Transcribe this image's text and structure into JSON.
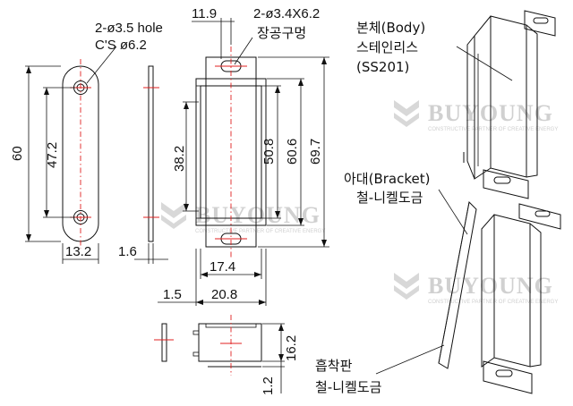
{
  "drawing": {
    "dims": {
      "d_60": "60",
      "d_47_2": "47.2",
      "d_13_2": "13.2",
      "d_1_6": "1.6",
      "d_11_9": "11.9",
      "d_38_2": "38.2",
      "d_50_8": "50.8",
      "d_60_6": "60.6",
      "d_69_7": "69.7",
      "d_17_4": "17.4",
      "d_1_5": "1.5",
      "d_20_8": "20.8",
      "d_16_2": "16.2",
      "d_1_2": "1.2"
    },
    "notes": {
      "hole_line1": "2-ø3.5 hole",
      "hole_line2": "C'S ø6.2",
      "slot_line1": "2-ø3.4X6.2",
      "slot_line2": "장공구멍",
      "body_line1": "본체(Body)",
      "body_line2": "스테인리스",
      "body_line3": "(SS201)",
      "bracket_line1": "아대(Bracket)",
      "bracket_line2": "철-니켈도금",
      "plate_line1": "흡착판",
      "plate_line2": "철-니켈도금"
    },
    "watermark": {
      "brand": "BUYOUNG",
      "tagline": "CONSTRUCTIVE PARTNER OF CREATIVE ENERGY"
    }
  }
}
